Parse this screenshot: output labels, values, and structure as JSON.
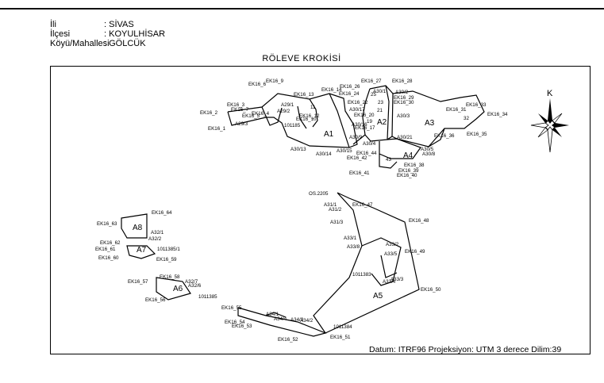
{
  "header": {
    "il_label": "İli",
    "il_value": ": SİVAS",
    "ilce_label": "İlçesi",
    "ilce_value": ": KOYULHİSAR",
    "koy_label": "Köyü/Mahallesi",
    "koy_value": ": GÖLCÜK"
  },
  "title": "RÖLEVE KROKİSİ",
  "datum": "Datum: ITRF96 Projeksiyon: UTM 3 derece Dilim:39",
  "north_label": "K",
  "parcel_labels": [
    "A1",
    "A2",
    "A3",
    "A4",
    "A5",
    "A6",
    "A7",
    "A8"
  ],
  "point_labels": [
    "EK16_6",
    "EK16_9",
    "EK16_13",
    "EK16_14",
    "EK16_3",
    "EK16_2",
    "EK16_7",
    "A29/1",
    "A29/2",
    "11",
    "EK16_12",
    "EK16_5",
    "EK16_4",
    "EK16_1",
    "A29/3",
    "EK16_10",
    "101185",
    "A30/13",
    "A30/14",
    "A30/15",
    "A30/16",
    "A30/17",
    "EK16_26",
    "EK16_27",
    "EK16_28",
    "A30/1",
    "A30/2",
    "EK16_29",
    "EK16_30",
    "EK16_24",
    "25",
    "EK16_22",
    "23",
    "21",
    "EK16_20",
    "19",
    "EK16_17",
    "A30/3",
    "A30/9",
    "A30/4",
    "A30/21",
    "A30/5",
    "A30/8",
    "EK16_31",
    "EK16_33",
    "32",
    "EK16_34",
    "EK16_36",
    "EK16_35",
    "EK16_44",
    "43",
    "EK16_42",
    "EK16_38",
    "EK16_39",
    "EK16_40",
    "EK16_41",
    "OS.2205",
    "A31/1",
    "A31/2",
    "EK16_47",
    "A31/3",
    "EK16_48",
    "A33/1",
    "A33/2",
    "A33/8",
    "A33/5",
    "EK16_49",
    "1011383",
    "A33/4",
    "A33/3",
    "EK16_50",
    "EK16_55",
    "EK16_54",
    "EK16_53",
    "A34/1",
    "A34/4",
    "A34/3",
    "A34/2",
    "1011384",
    "EK16_52",
    "EK16_51",
    "EK16_63",
    "EK16_64",
    "A32/1",
    "A32/2",
    "EK16_62",
    "EK16_61",
    "1011385/1",
    "EK16_60",
    "EK16_59",
    "EK16_58",
    "EK16_57",
    "A32/7",
    "A32/6",
    "1011385",
    "EK16_56"
  ]
}
